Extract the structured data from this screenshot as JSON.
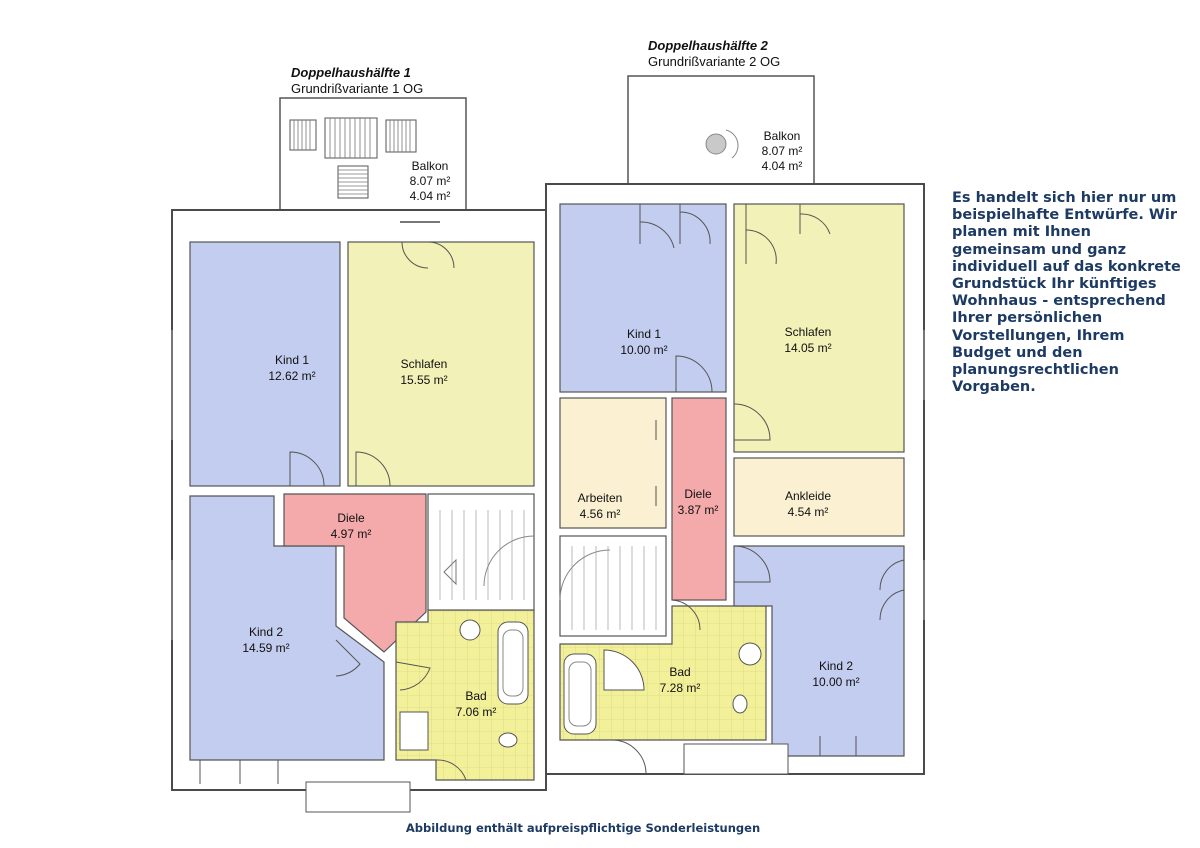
{
  "houses": [
    {
      "title": "Doppelhaushälfte 1",
      "subtitle": "Grundrißvariante 1 OG",
      "rooms": [
        {
          "name": "Balkon",
          "area1": "8.07 m²",
          "area2": "4.04 m²"
        },
        {
          "name": "Kind 1",
          "area": "12.62 m²"
        },
        {
          "name": "Schlafen",
          "area": "15.55 m²"
        },
        {
          "name": "Diele",
          "area": "4.97 m²"
        },
        {
          "name": "Kind 2",
          "area": "14.59 m²"
        },
        {
          "name": "Bad",
          "area": "7.06 m²"
        }
      ]
    },
    {
      "title": "Doppelhaushälfte 2",
      "subtitle": "Grundrißvariante 2 OG",
      "rooms": [
        {
          "name": "Balkon",
          "area1": "8.07 m²",
          "area2": "4.04 m²"
        },
        {
          "name": "Kind 1",
          "area": "10.00 m²"
        },
        {
          "name": "Schlafen",
          "area": "14.05 m²"
        },
        {
          "name": "Arbeiten",
          "area": "4.56 m²"
        },
        {
          "name": "Diele",
          "area": "3.87 m²"
        },
        {
          "name": "Ankleide",
          "area": "4.54 m²"
        },
        {
          "name": "Bad",
          "area": "7.28 m²"
        },
        {
          "name": "Kind 2",
          "area": "10.00 m²"
        }
      ]
    }
  ],
  "side_text": "Es handelt sich hier nur um beispielhafte Entwürfe. Wir planen mit Ihnen gemeinsam und ganz individuell auf das konkrete Grundstück Ihr künftiges Wohnhaus - entsprechend Ihrer persönlichen Vorstellungen, Ihrem Budget und den planungsrechtlichen Vorgaben.",
  "caption": "Abbildung enthält aufpreispflichtige Sonderleistungen",
  "colors": {
    "bedroom_blue": "#c3cdef",
    "sleep_yellow": "#f1f1b8",
    "hall_red": "#f4aaaa",
    "bath_yellow": "#f3f09a",
    "study_beige": "#fbf0d2",
    "wall": "#4a4a4a",
    "text_navy": "#1d3a63"
  }
}
